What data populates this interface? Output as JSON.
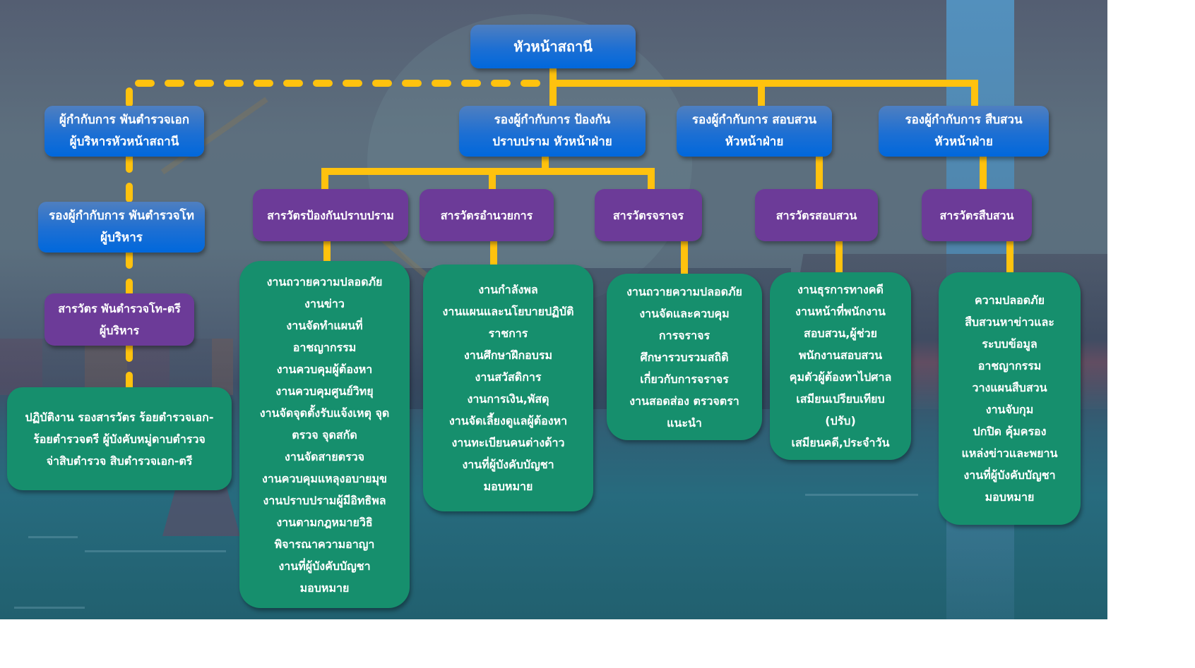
{
  "chart_title": "หัวหน้าสถานี",
  "colors": {
    "connector": "#ffc20e",
    "head_box": "#0068dc",
    "section_box": "#6c3b98",
    "duty_box": "#168f6d",
    "text": "#ffffff"
  },
  "head": {
    "lines": [
      "หัวหน้าสถานี"
    ]
  },
  "left_branch": {
    "superintendent": {
      "lines": [
        "ผู้กำกับการ พันตำรวจเอก",
        "ผู้บริหารหัวหน้าสถานี"
      ]
    },
    "deputy": {
      "lines": [
        "รองผู้กำกับการ พันตำรวจโท",
        "ผู้บริหาร"
      ]
    },
    "inspector": {
      "lines": [
        "สารวัตร พันตำรวจโท-ตรี",
        "ผู้บริหาร"
      ]
    },
    "duties": {
      "lines": [
        "ปฏิบัติงาน รองสารวัตร ร้อยตำรวจเอก-",
        "ร้อยตำรวจตรี ผู้บังคับหมู่ดาบตำรวจ",
        "จ่าสิบตำรวจ สิบตำรวจเอก-ตรี"
      ]
    }
  },
  "deputies": [
    {
      "lines": [
        "รองผู้กำกับการ ป้องกัน",
        "ปราบปราม หัวหน้าฝ่าย"
      ]
    },
    {
      "lines": [
        "รองผู้กำกับการ สอบสวน",
        "หัวหน้าฝ่าย"
      ]
    },
    {
      "lines": [
        "รองผู้กำกับการ สืบสวน",
        "หัวหน้าฝ่าย"
      ]
    }
  ],
  "sections": [
    {
      "title": "สารวัตรป้องกันปราบปราม",
      "duties": [
        "งานถวายความปลอดภัย",
        "งานข่าว",
        "งานจัดทำแผนที่",
        "อาชญากรรม",
        "งานควบคุมผู้ต้องหา",
        "งานควบคุมศูนย์วิทยุ",
        "งานจัดจุดตั้งรับแจ้งเหตุ จุด",
        "ตรวจ จุดสกัด",
        "งานจัดสายตรวจ",
        "งานควบคุมแหลุงอบายมุข",
        "งานปราบปรามผู้มีอิทธิพล",
        "งานตามกฎหมายวิธิ",
        "พิจารณาความอาญา",
        "งานที่ผู้บังคับบัญชา",
        "มอบหมาย"
      ]
    },
    {
      "title": "สารวัตรอำนวยการ",
      "duties": [
        "งานกำลังพล",
        "งานแผนและนโยบายปฏิบัติ",
        "ราชการ",
        "งานศึกษาฝึกอบรม",
        "งานสวัสดิการ",
        "งานการเงิน,พัสดุ",
        "งานจัดเลี้ยงดูแลผู้ต้องหา",
        "งานทะเบียนคนต่างด้าว",
        "งานที่ผู้บังคับบัญชา",
        "มอบหมาย"
      ]
    },
    {
      "title": "สารวัตรจราจร",
      "duties": [
        "งานถวายความปลอดภัย",
        "งานจัดและควบคุม",
        "การจราจร",
        "ศึกษารวบรวมสถิติ",
        "เกี่ยวกับการจราจร",
        "งานสอดส่อง ตรวจตรา",
        "แนะนำ"
      ]
    },
    {
      "title": "สารวัตรสอบสวน",
      "duties": [
        "งานธุรการทางคดี",
        "งานหน้าที่พนักงาน",
        "สอบสวน,ผู้ช่วย",
        "พนักงานสอบสวน",
        "คุมตัวผู้ต้องหาไปศาล",
        "เสมียนเปรียบเทียบ",
        "(ปรับ)",
        "เสมียนคดี,ประจำวัน"
      ]
    },
    {
      "title": "สารวัตรสืบสวน",
      "duties": [
        "ความปลอดภัย",
        "สืบสวนหาข่าวและ",
        "ระบบข้อมูล",
        "อาชญากรรม",
        "วางแผนสืบสวน",
        "งานจับกุม",
        "ปกปิด คุ้มครอง",
        "แหล่งข่าวและพยาน",
        "งานที่ผู้บังคับบัญชา",
        "มอบหมาย"
      ]
    }
  ]
}
